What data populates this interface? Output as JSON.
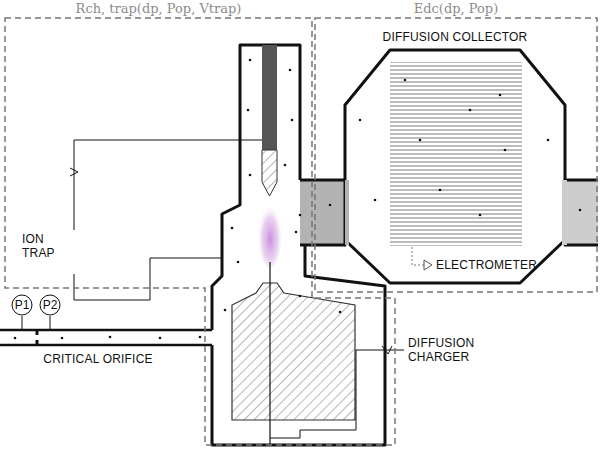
{
  "diagram": {
    "nodes": [
      {
        "text": [
          "Rch, trap(dp, Pop, Vtrap)"
        ]
      },
      {
        "text": [
          "Edc(dp, Pop)"
        ]
      },
      {
        "text": [
          "P1"
        ]
      },
      {
        "text": [
          "P2"
        ]
      }
    ],
    "labels": [
      "ION TRAP",
      "DIFFUSION COLLECTOR",
      "ELECTROMETER",
      "DIFFUSION CHARGER",
      "CRITICAL ORIFICE"
    ]
  }
}
